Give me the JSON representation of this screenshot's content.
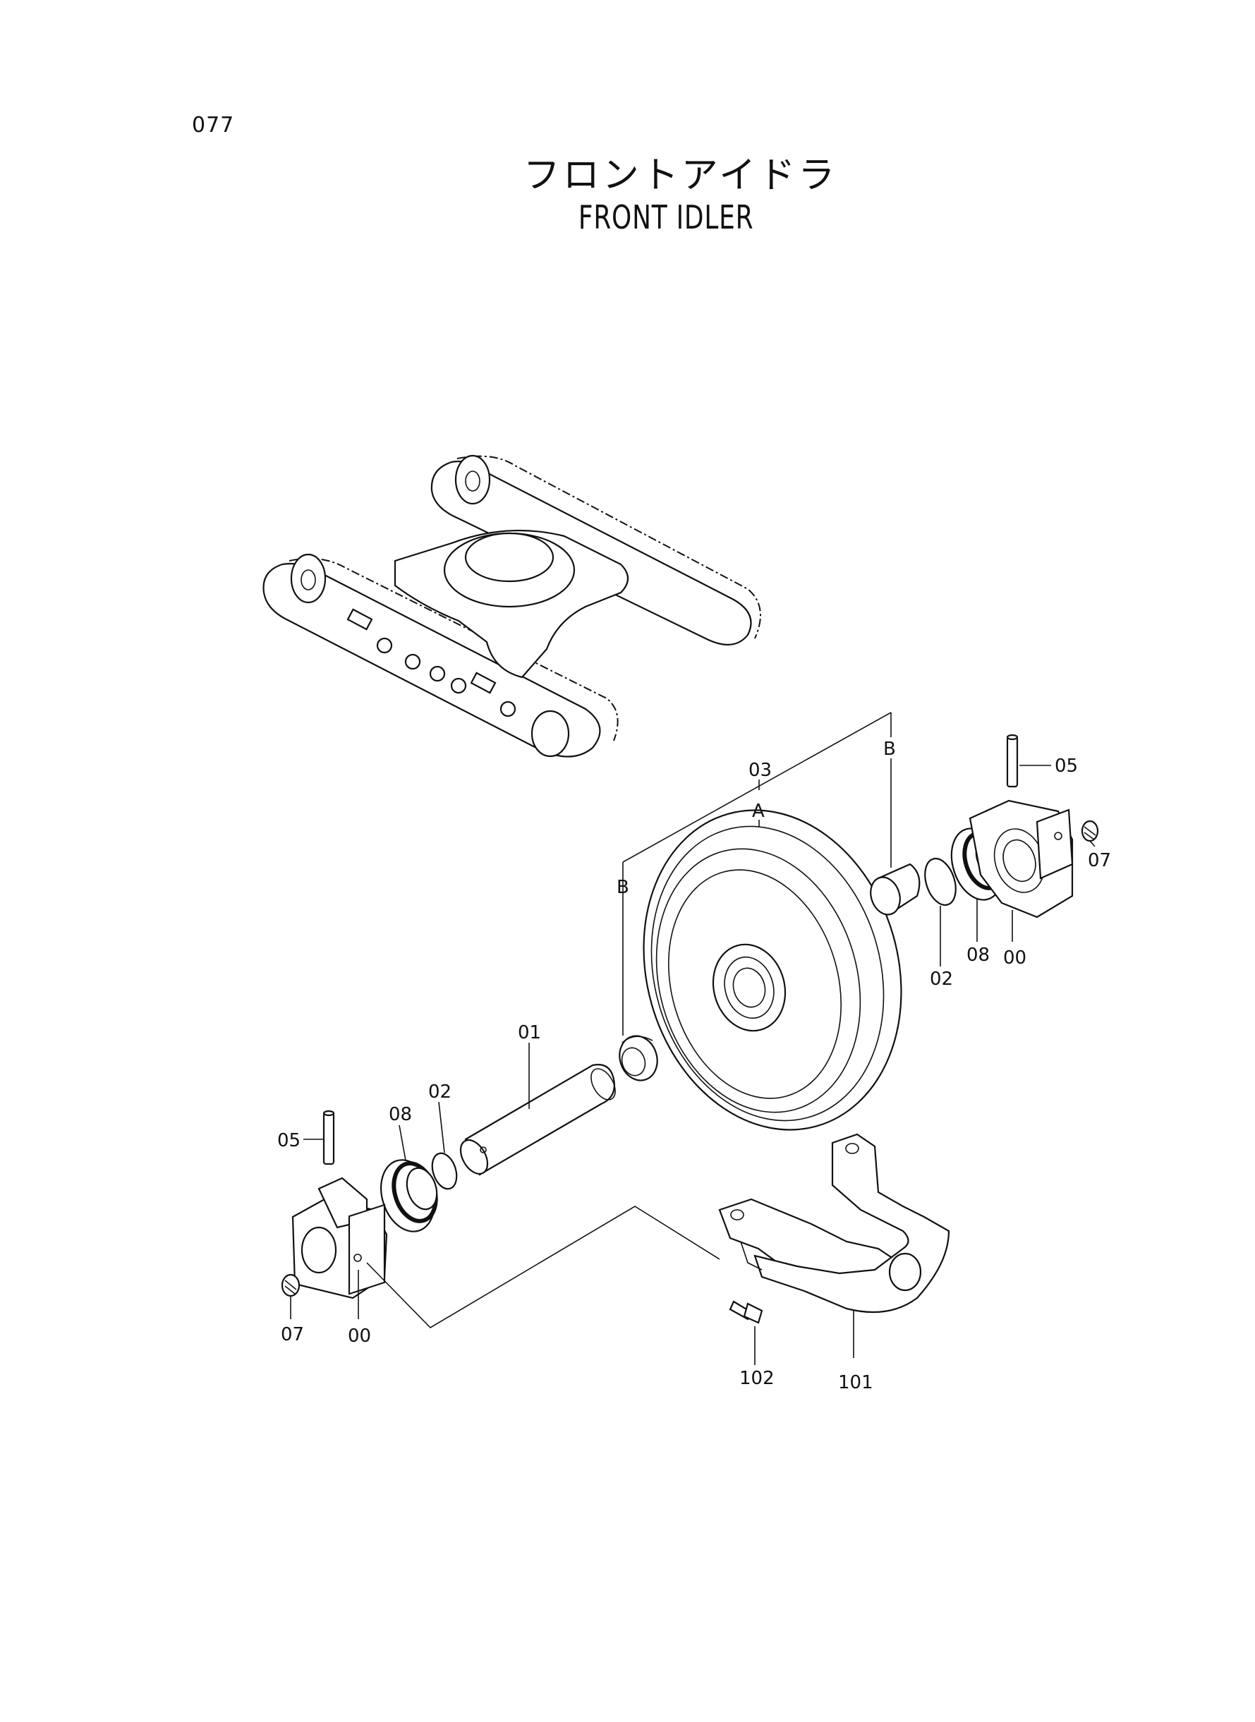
{
  "page": {
    "number": "077"
  },
  "title": {
    "japanese": "フロントアイドラ",
    "english": "FRONT IDLER"
  },
  "callouts": {
    "c03": "03",
    "cA": "A",
    "cB_top": "B",
    "cB_left": "B",
    "c05_right": "05",
    "c07_right": "07",
    "c08_right": "08",
    "c00_right": "00",
    "c02_right": "02",
    "c01": "01",
    "c02_left": "02",
    "c08_left": "08",
    "c05_left": "05",
    "c07_left": "07",
    "c00_left": "00",
    "c102": "102",
    "c101": "101"
  }
}
